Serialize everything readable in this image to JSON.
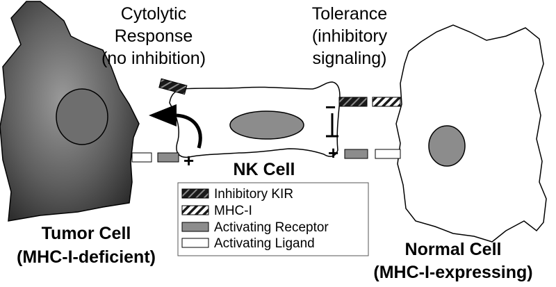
{
  "labels": {
    "cytolytic_line1": "Cytolytic",
    "cytolytic_line2": "Response",
    "cytolytic_line3": "(no inhibition)",
    "tolerance_line1": "Tolerance",
    "tolerance_line2": "(inhibitory",
    "tolerance_line3": "signaling)",
    "nk_cell": "NK Cell",
    "tumor_line1": "Tumor Cell",
    "tumor_line2": "(MHC-I-deficient)",
    "normal_line1": "Normal Cell",
    "normal_line2": "(MHC-I-expressing)",
    "plus_left": "+",
    "plus_right": "+",
    "minus": "−"
  },
  "legend": {
    "items": [
      {
        "label": "Inhibitory KIR",
        "swatch": "inhibitory-kir"
      },
      {
        "label": "MHC-I",
        "swatch": "mhc-i"
      },
      {
        "label": "Activating Receptor",
        "swatch": "activating-receptor"
      },
      {
        "label": "Activating Ligand",
        "swatch": "activating-ligand"
      }
    ]
  },
  "colors": {
    "tumor_fill": "#5a5a5a",
    "tumor_nucleus": "#7d7d7d",
    "nucleus": "#8c8c8c",
    "receptor": "#8c8c8c",
    "ligand": "#ffffff",
    "kir": "#1a1a1a",
    "outline": "#000000"
  }
}
